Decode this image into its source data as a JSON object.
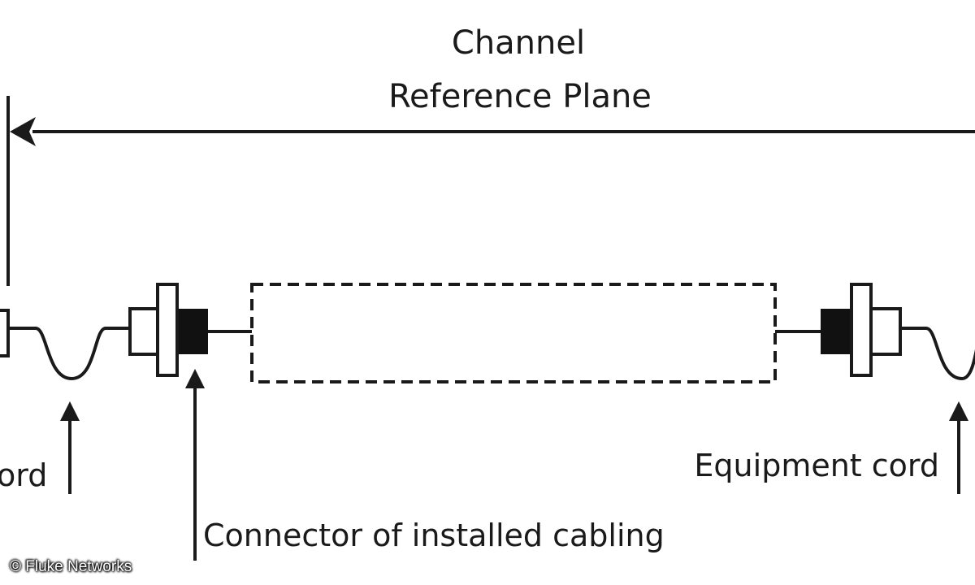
{
  "diagram": {
    "title_line1": "Channel",
    "title_line2": "Reference Plane",
    "label_left_cord": "ord",
    "label_equipment_cord": "Equipment cord",
    "label_connector": "Connector of installed cabling"
  },
  "watermark": {
    "text": "© Fluke Networks"
  },
  "colors": {
    "line": "#1a1a1a",
    "background": "#ffffff"
  }
}
